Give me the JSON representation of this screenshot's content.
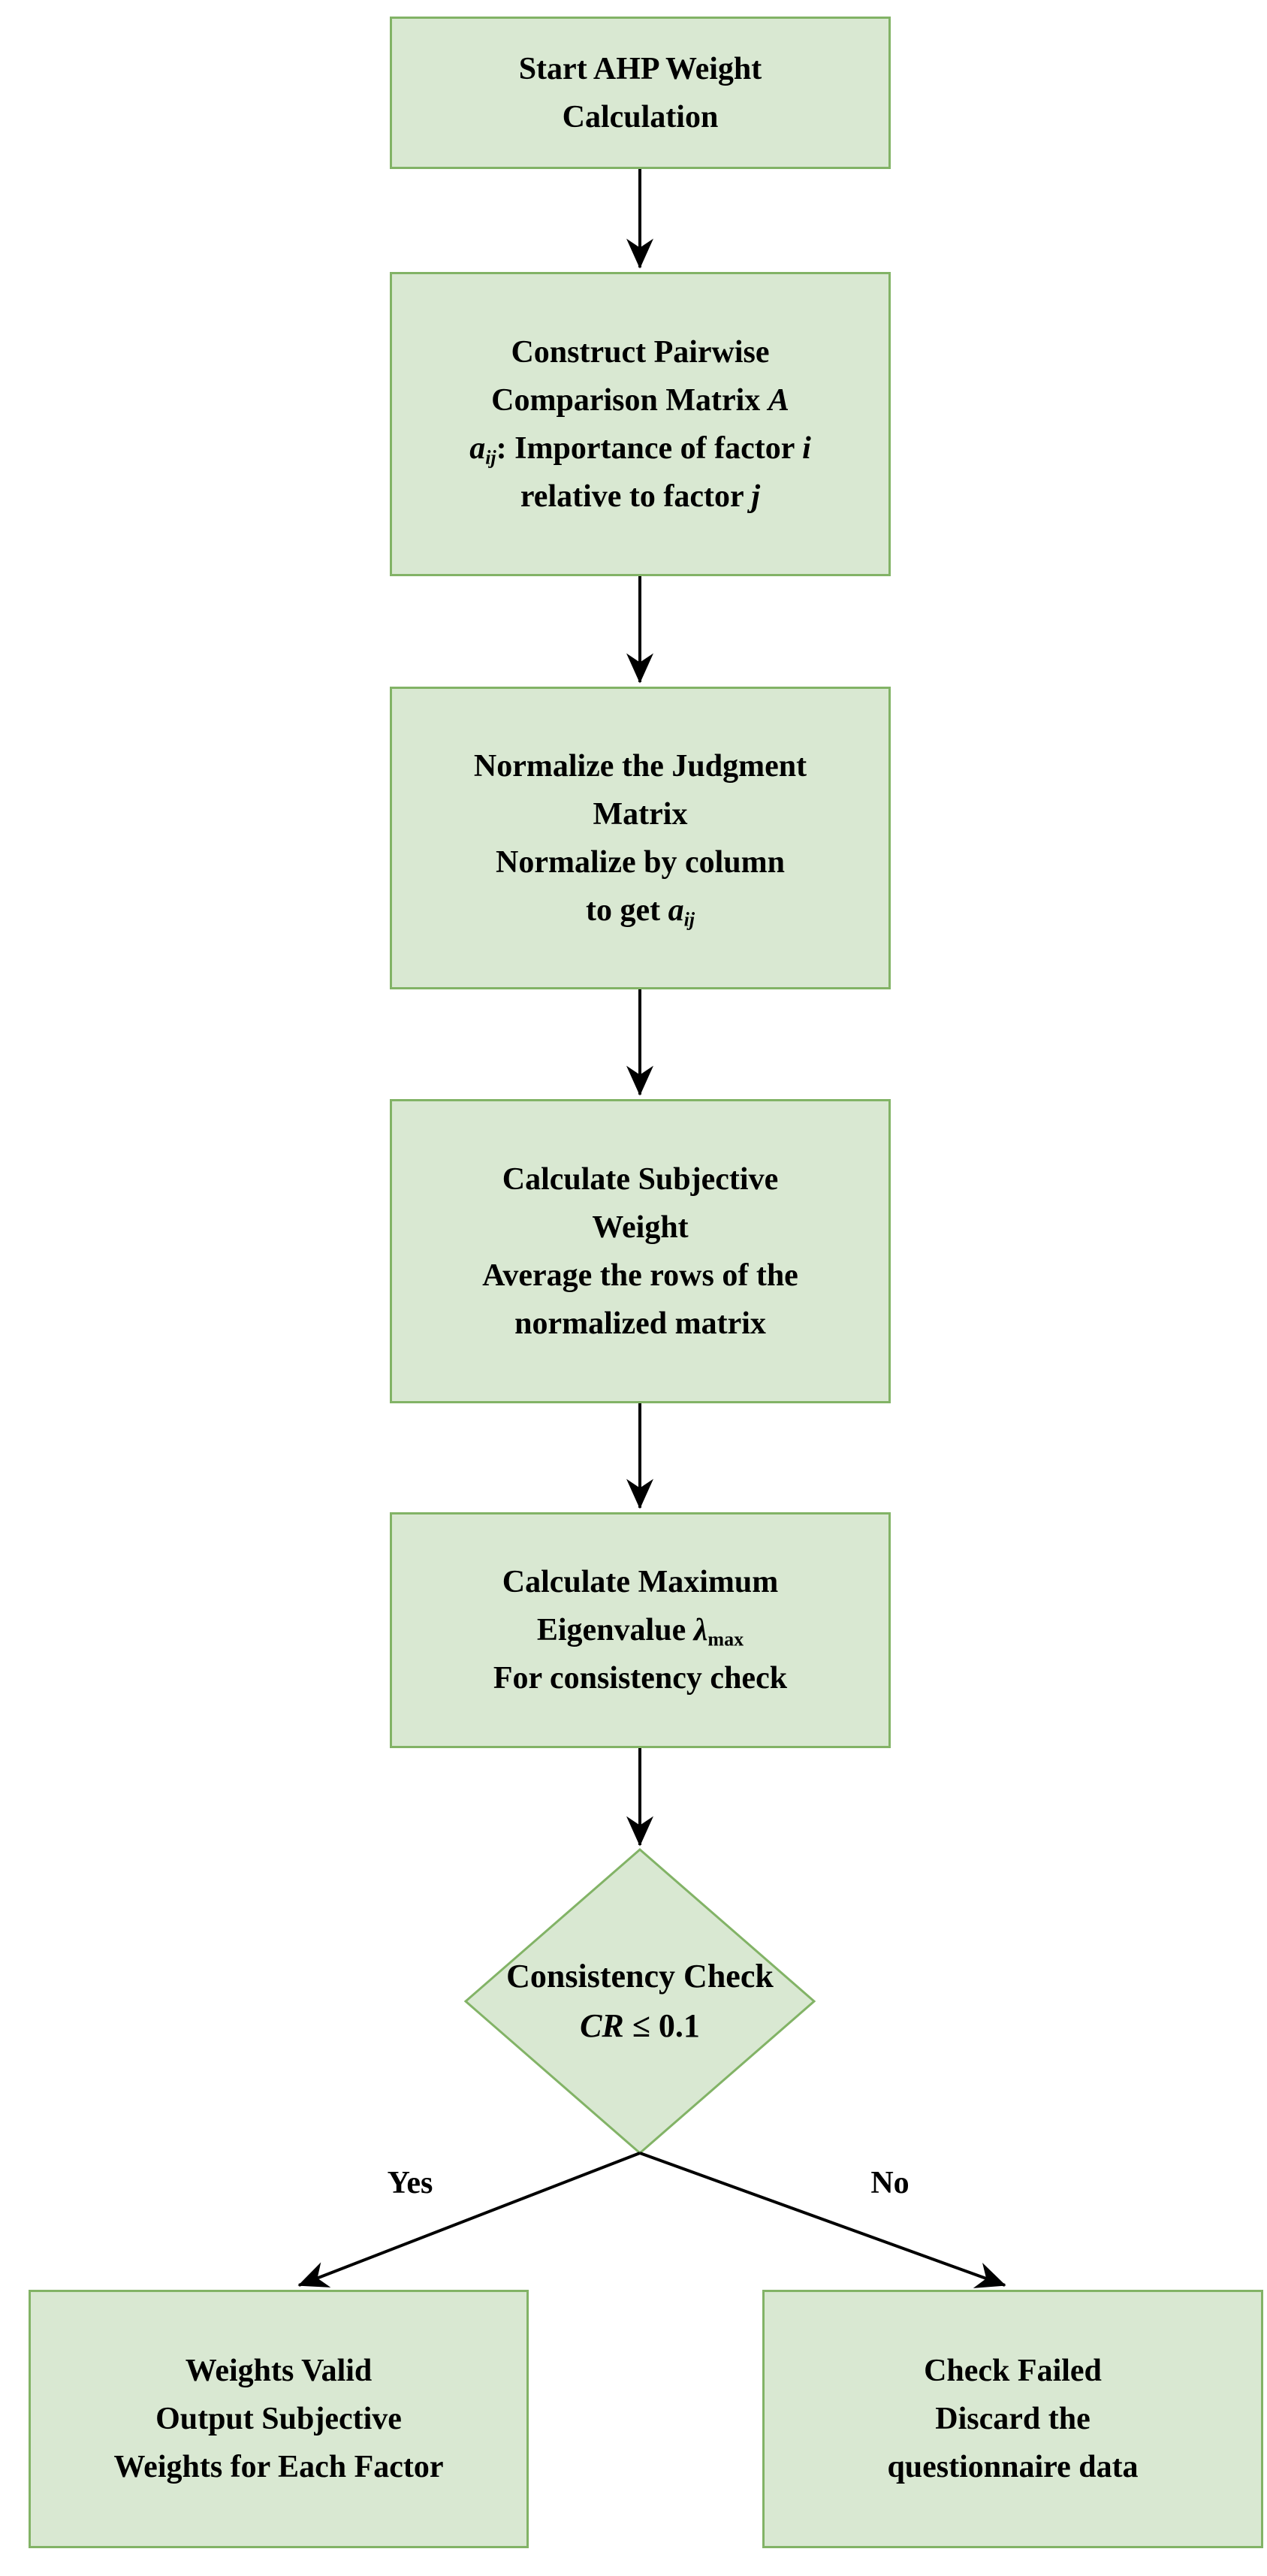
{
  "colors": {
    "box_fill": "#d9e8d2",
    "box_border": "#82b366",
    "arrow": "#000000",
    "text": "#000000",
    "background": "#ffffff"
  },
  "flow": {
    "start": {
      "line1": "Start AHP Weight",
      "line2": "Calculation"
    },
    "construct": {
      "line1": "Construct Pairwise",
      "line2_text": "Comparison Matrix ",
      "line2_var": "A",
      "line3_var": "a",
      "line3_sub": "ij",
      "line3_text": ": Importance of factor ",
      "line3_var2": "i",
      "line4_text": "relative to factor ",
      "line4_var": "j"
    },
    "normalize": {
      "line1": "Normalize the Judgment",
      "line2": "Matrix",
      "line3": "Normalize by column",
      "line4_text": "to get ",
      "line4_var": "a",
      "line4_sub": "ij"
    },
    "subjective": {
      "line1": "Calculate Subjective",
      "line2": "Weight",
      "line3": "Average the rows of the",
      "line4": "normalized matrix"
    },
    "eigenvalue": {
      "line1": "Calculate Maximum",
      "line2_text": "Eigenvalue ",
      "line2_var": "λ",
      "line2_sub": "max",
      "line3": "For consistency check"
    },
    "decision": {
      "line1": "Consistency Check",
      "line2_var": "CR",
      "line2_text": " ≤ 0.1"
    },
    "branch_yes": "Yes",
    "branch_no": "No",
    "valid": {
      "line1": "Weights Valid",
      "line2": "Output Subjective",
      "line3": "Weights for Each Factor"
    },
    "failed": {
      "line1": "Check Failed",
      "line2": "Discard the",
      "line3": "questionnaire data"
    }
  }
}
